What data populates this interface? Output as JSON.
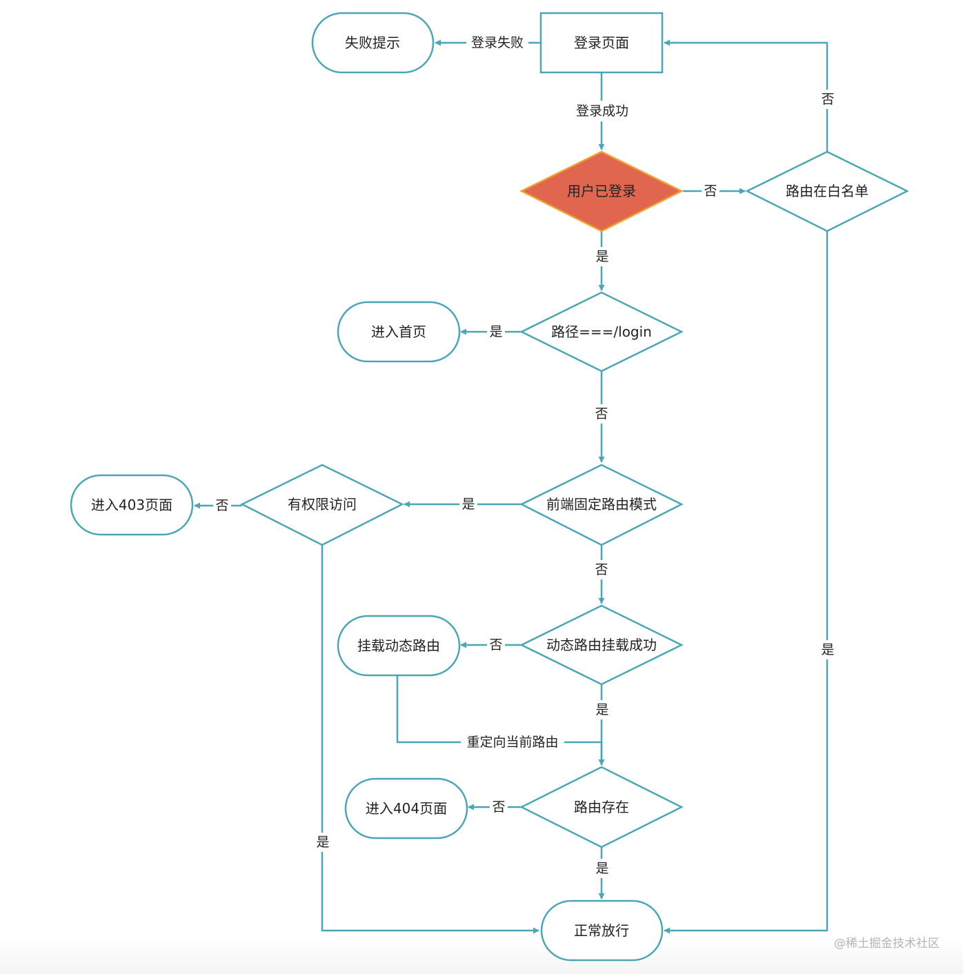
{
  "colors": {
    "stroke": "#4AA6B6",
    "highlight_fill": "#E06650",
    "highlight_stroke": "#F0A030",
    "background": "#FFFFFF"
  },
  "nodes": {
    "fail_tip": "失败提示",
    "login_page": "登录页面",
    "user_logged_in": "用户已登录",
    "whitelist": "路由在白名单",
    "enter_home": "进入首页",
    "path_login": "路径===/login",
    "frontend_fixed": "前端固定路由模式",
    "has_permission": "有权限访问",
    "enter_403": "进入403页面",
    "dynamic_success": "动态路由挂载成功",
    "mount_dynamic": "挂载动态路由",
    "route_exists": "路由存在",
    "enter_404": "进入404页面",
    "allow": "正常放行"
  },
  "edges": {
    "login_fail": "登录失败",
    "login_success": "登录成功",
    "logged_yes": "是",
    "logged_no": "否",
    "whitelist_no": "否",
    "whitelist_yes": "是",
    "path_yes": "是",
    "path_no": "否",
    "fixed_yes": "是",
    "fixed_no": "否",
    "permission_no": "否",
    "permission_yes": "是",
    "dynamic_no": "否",
    "dynamic_yes": "是",
    "redirect": "重定向当前路由",
    "exists_no": "否",
    "exists_yes": "是"
  },
  "watermark": "@稀土掘金技术社区"
}
